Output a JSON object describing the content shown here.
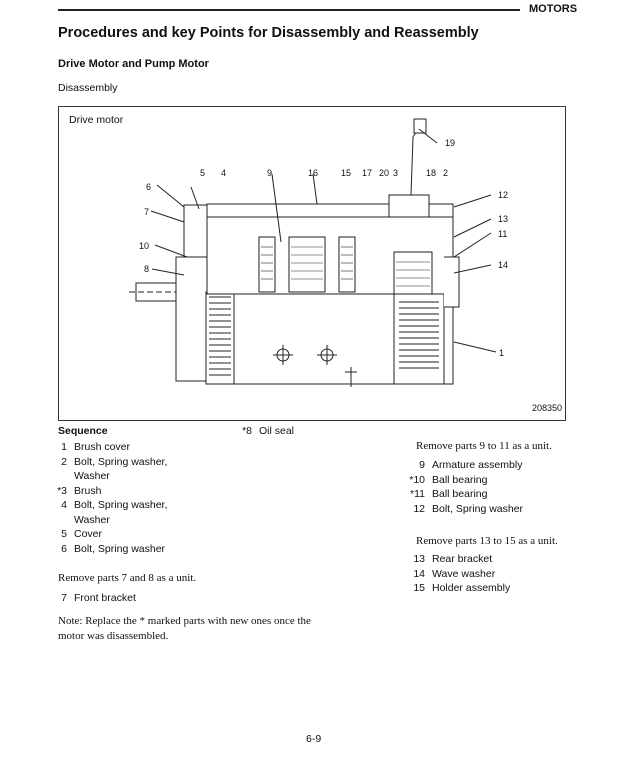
{
  "header": {
    "section": "MOTORS"
  },
  "title": "Procedures and key Points for Disassembly and Reassembly",
  "subtitle": "Drive Motor and Pump Motor",
  "subsubtitle": "Disassembly",
  "figure": {
    "caption": "Drive motor",
    "figure_number": "208350",
    "callouts": [
      "19",
      "5",
      "4",
      "9",
      "16",
      "15",
      "17",
      "20",
      "3",
      "18",
      "2",
      "6",
      "7",
      "12",
      "13",
      "11",
      "10",
      "14",
      "8",
      "1"
    ]
  },
  "sequence": {
    "heading": "Sequence",
    "items": [
      {
        "num": "1",
        "text": "Brush cover"
      },
      {
        "num": "2",
        "text": "Bolt, Spring washer,"
      },
      {
        "num": "",
        "text": "Washer"
      },
      {
        "num": "*3",
        "text": "Brush"
      },
      {
        "num": "4",
        "text": "Bolt, Spring washer,"
      },
      {
        "num": "",
        "text": "Washer"
      },
      {
        "num": "5",
        "text": "Cover"
      },
      {
        "num": "6",
        "text": "Bolt, Spring washer"
      }
    ],
    "middle_item": {
      "num": "*8",
      "text": "Oil seal"
    },
    "group_7_8": {
      "heading": "Remove parts 7 and 8 as a unit.",
      "items": [
        {
          "num": "7",
          "text": "Front bracket"
        }
      ]
    },
    "note": [
      "Note: Replace the * marked parts with new ones once the",
      "motor was disassembled."
    ],
    "group_9_11": {
      "heading": "Remove parts 9 to 11 as a unit.",
      "items": [
        {
          "num": "9",
          "text": "Armature assembly"
        },
        {
          "num": "*10",
          "text": "Ball bearing"
        },
        {
          "num": "*11",
          "text": "Ball bearing"
        },
        {
          "num": "12",
          "text": "Bolt, Spring washer"
        }
      ]
    },
    "group_13_15": {
      "heading": "Remove parts 13 to 15 as a unit.",
      "items": [
        {
          "num": "13",
          "text": "Rear bracket"
        },
        {
          "num": "14",
          "text": "Wave washer"
        },
        {
          "num": "15",
          "text": "Holder assembly"
        }
      ]
    }
  },
  "page_number": "6-9"
}
